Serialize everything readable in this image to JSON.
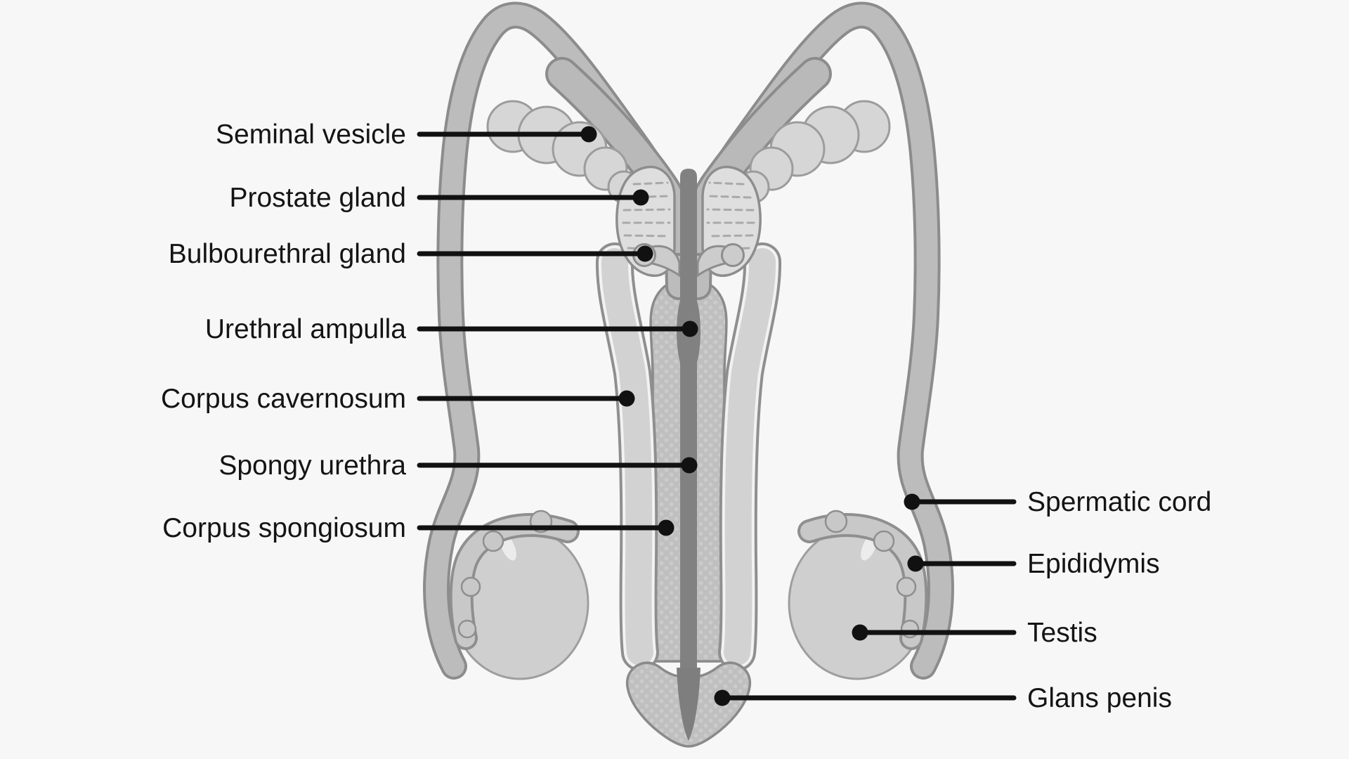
{
  "diagram": {
    "subject": "male-reproductive-system-anterior-view"
  },
  "colors": {
    "background": "#f7f7f8",
    "label_text": "#141414",
    "leader_line": "#111111",
    "organ_light": "#d2d2d2",
    "organ_mid": "#bfbfbf",
    "organ_dark_duct": "#7e7e7e",
    "tube_fill": "#bcbcbc",
    "outline": "#8d8d8d"
  },
  "labels": {
    "left": [
      {
        "text": "Seminal vesicle"
      },
      {
        "text": "Prostate gland"
      },
      {
        "text": "Bulbourethral gland"
      },
      {
        "text": "Urethral ampulla"
      },
      {
        "text": "Corpus cavernosum"
      },
      {
        "text": "Spongy urethra"
      },
      {
        "text": "Corpus spongiosum"
      }
    ],
    "right": [
      {
        "text": "Spermatic cord"
      },
      {
        "text": "Epididymis"
      },
      {
        "text": "Testis"
      },
      {
        "text": "Glans penis"
      }
    ]
  }
}
